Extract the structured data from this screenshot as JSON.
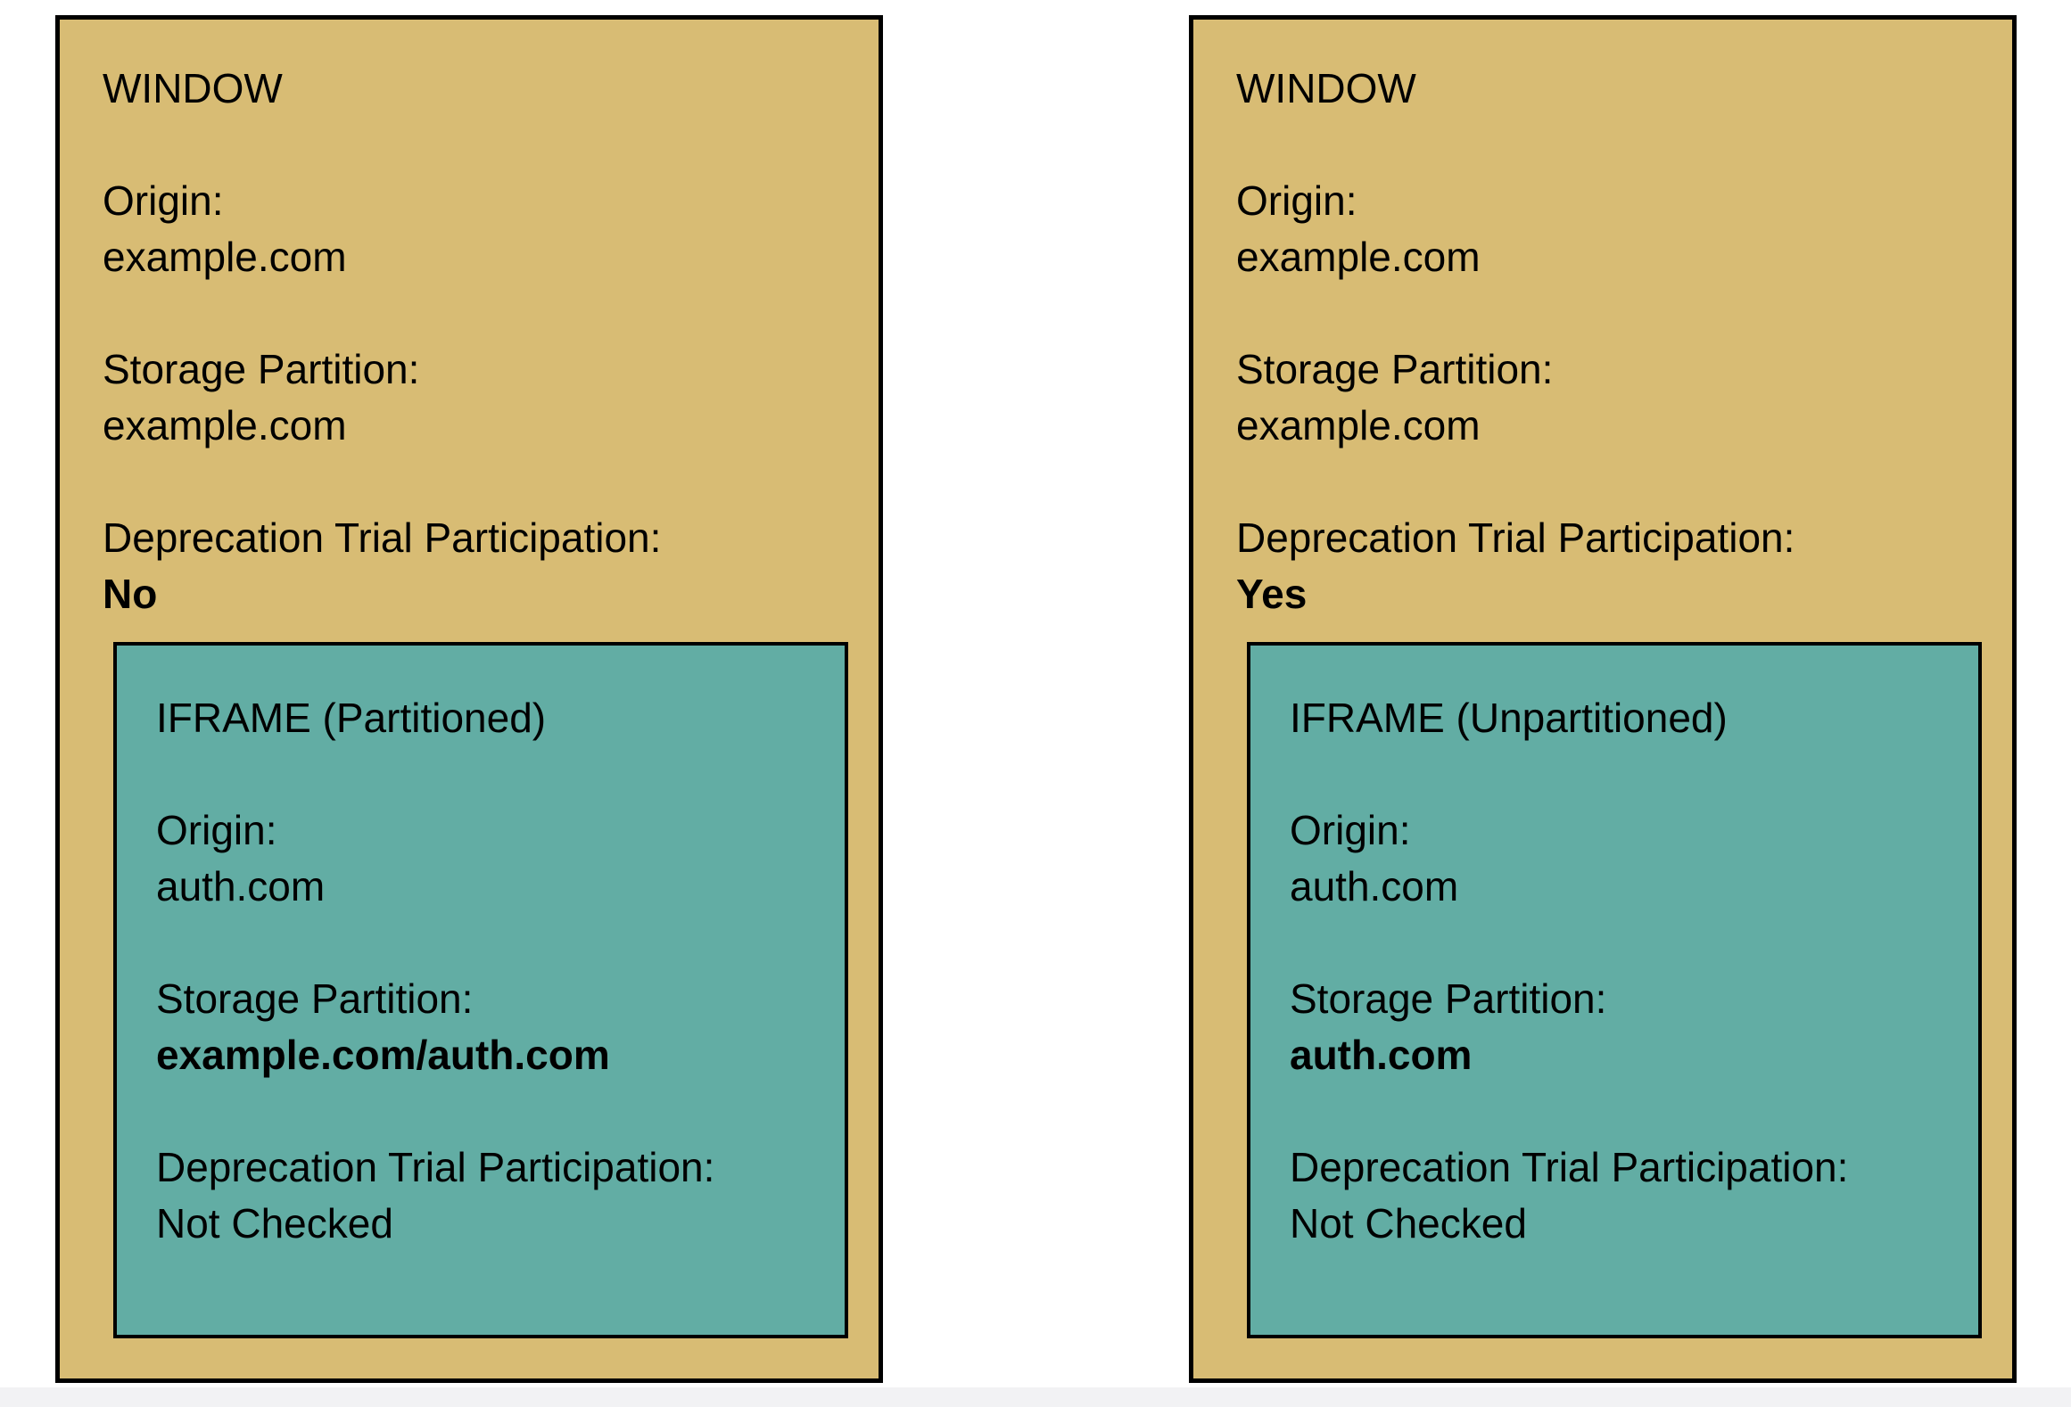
{
  "diagram": {
    "colors": {
      "page_background": "#ffffff",
      "window_fill": "#d8bc74",
      "iframe_fill": "#62ada4",
      "border": "#000000",
      "bottom_strip": "#f2f2f4"
    },
    "panels": [
      {
        "title": "WINDOW",
        "fields": [
          {
            "label": "Origin:",
            "value": "example.com",
            "value_bold": false
          },
          {
            "label": "Storage Partition:",
            "value": "example.com",
            "value_bold": false
          },
          {
            "label": "Deprecation Trial Participation:",
            "value": "No",
            "value_bold": true
          }
        ],
        "iframe": {
          "title": "IFRAME (Partitioned)",
          "fields": [
            {
              "label": "Origin:",
              "value": "auth.com",
              "value_bold": false
            },
            {
              "label": "Storage Partition:",
              "value": "example.com/auth.com",
              "value_bold": true
            },
            {
              "label": "Deprecation Trial Participation:",
              "value": "Not Checked",
              "value_bold": false
            }
          ]
        }
      },
      {
        "title": "WINDOW",
        "fields": [
          {
            "label": "Origin:",
            "value": "example.com",
            "value_bold": false
          },
          {
            "label": "Storage Partition:",
            "value": "example.com",
            "value_bold": false
          },
          {
            "label": "Deprecation Trial Participation:",
            "value": "Yes",
            "value_bold": true
          }
        ],
        "iframe": {
          "title": "IFRAME (Unpartitioned)",
          "fields": [
            {
              "label": "Origin:",
              "value": "auth.com",
              "value_bold": false
            },
            {
              "label": "Storage Partition:",
              "value": "auth.com",
              "value_bold": true
            },
            {
              "label": "Deprecation Trial Participation:",
              "value": "Not Checked",
              "value_bold": false
            }
          ]
        }
      }
    ]
  }
}
